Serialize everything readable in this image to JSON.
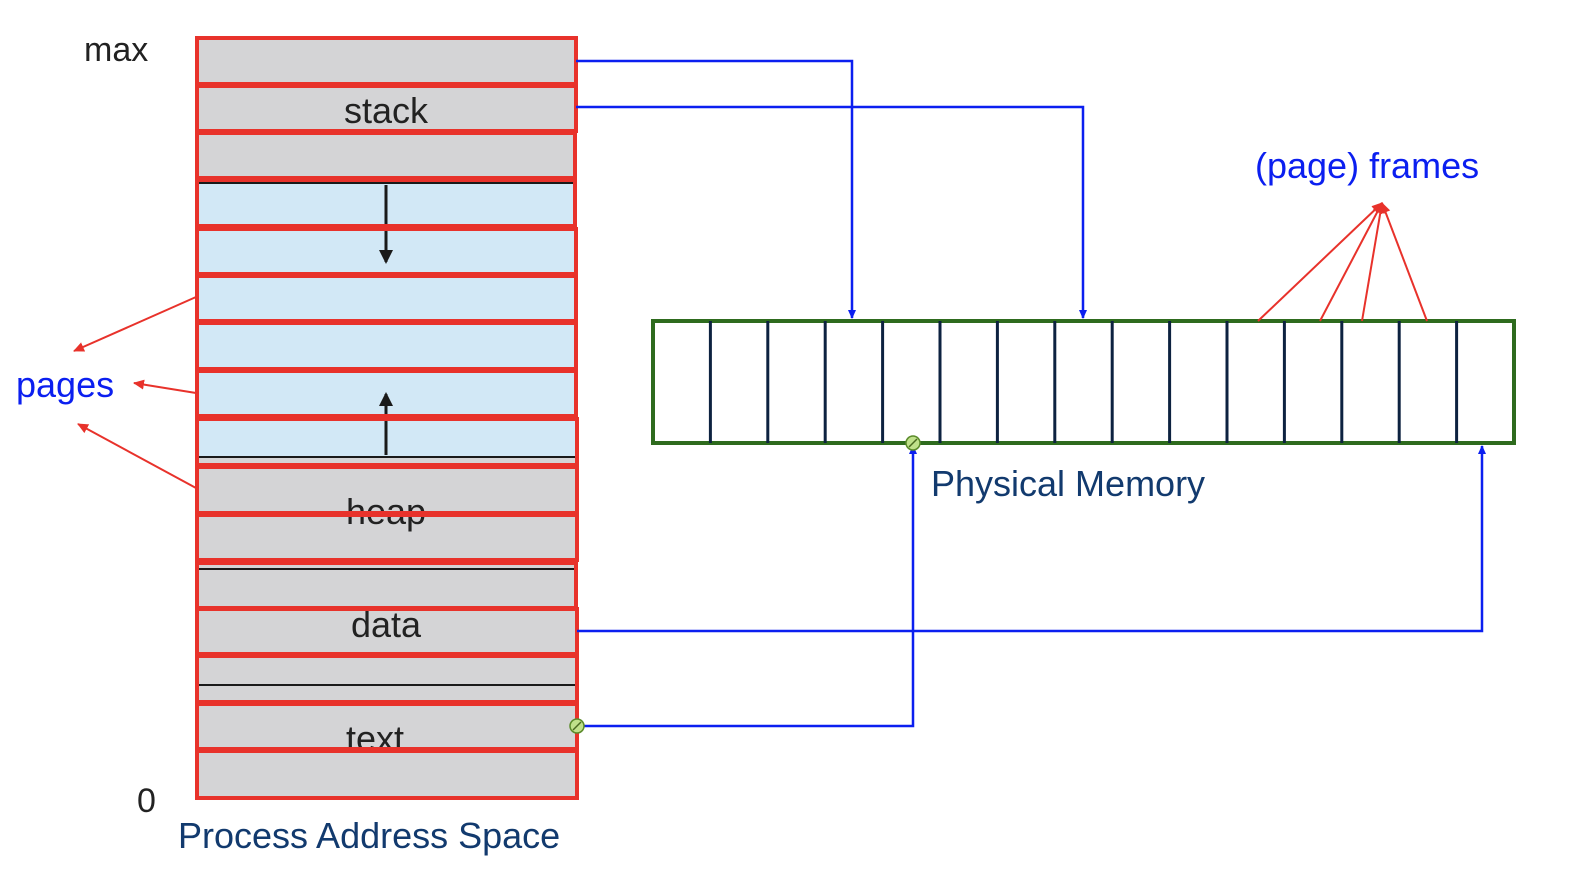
{
  "address_space": {
    "title": "Process Address Space",
    "max_label": "max",
    "zero_label": "0",
    "regions": {
      "stack": "stack",
      "heap": "heap",
      "data": "data",
      "text": "text"
    }
  },
  "pages_label": "pages",
  "physical_memory": {
    "title": "Physical Memory",
    "frame_count": 15
  },
  "frames_label": "(page) frames",
  "colors": {
    "page_border": "#e8322b",
    "region_fill": "#d4d4d6",
    "free_fill": "#d2e8f6",
    "mapping_arrow": "#0b1ff0",
    "memory_border": "#2e6b1e",
    "frame_divider": "#0d2240",
    "label_blue": "#0b1ff0",
    "label_navy": "#123a6e"
  }
}
